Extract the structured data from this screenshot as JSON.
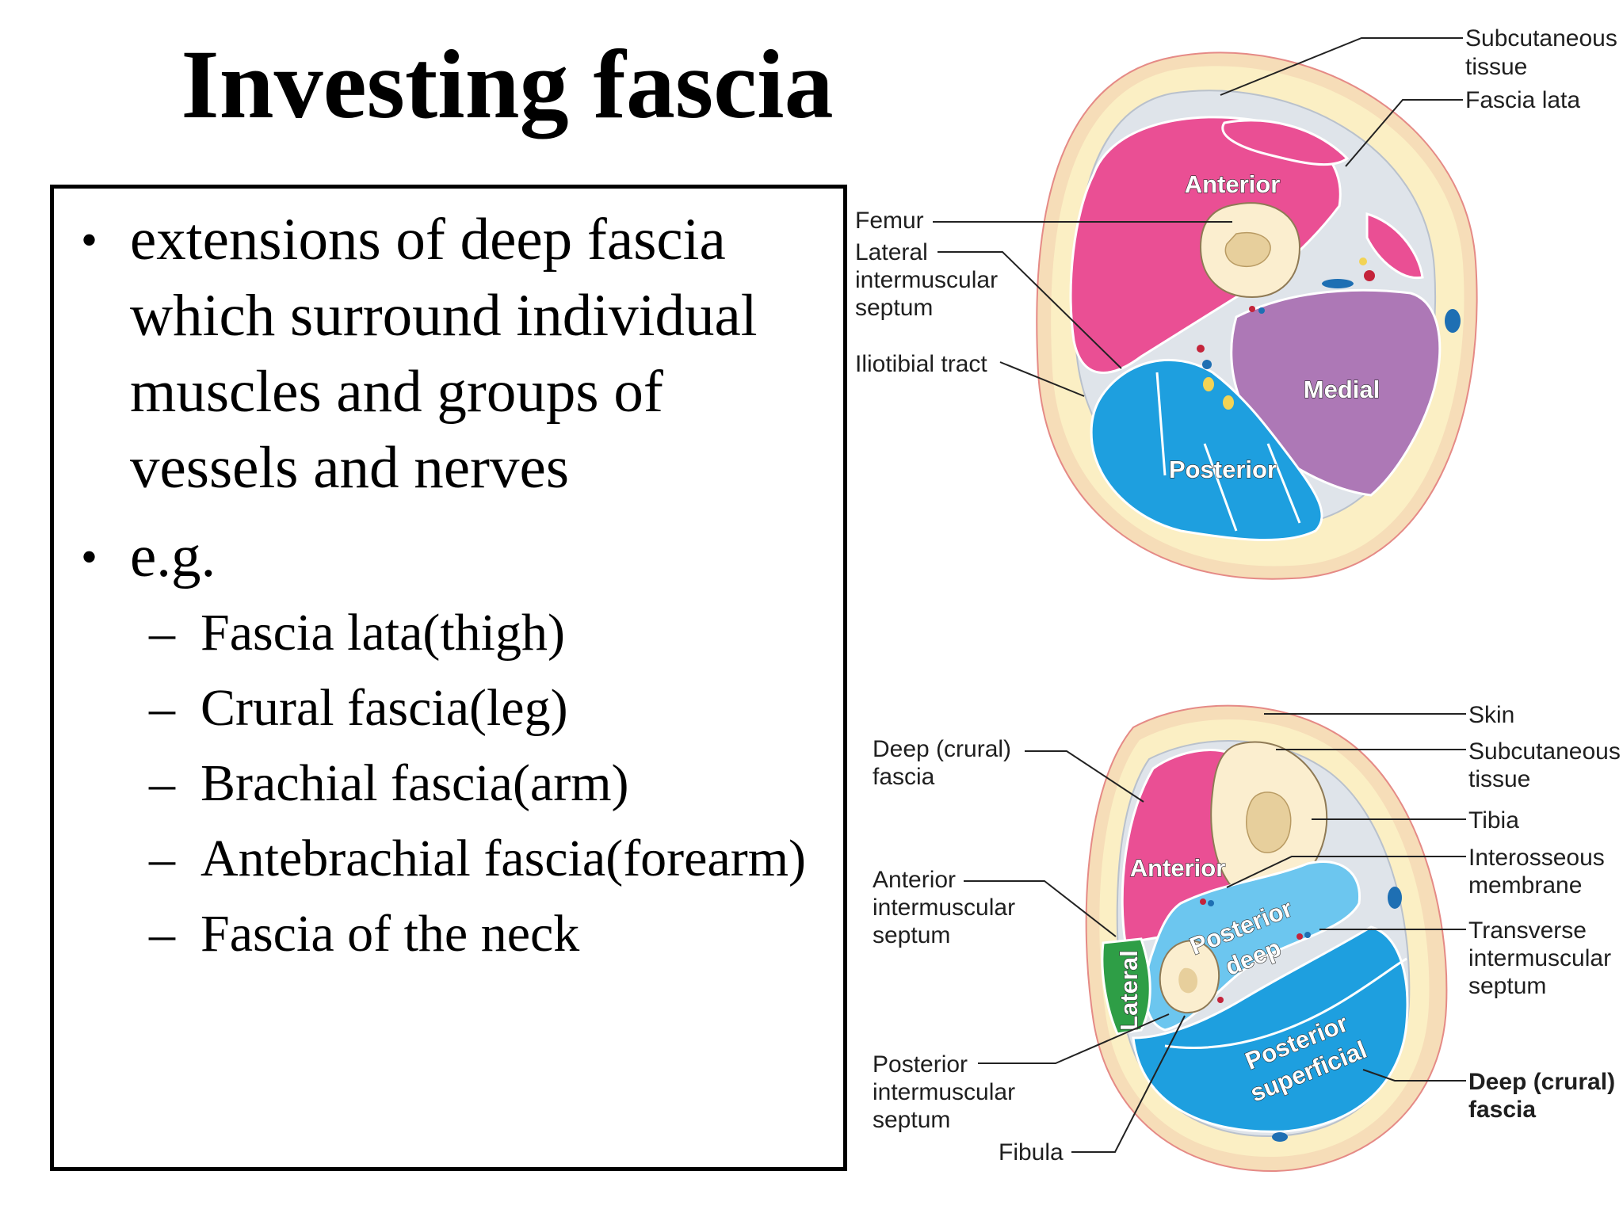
{
  "title": "Investing fascia",
  "bullets": [
    {
      "lines": [
        "extensions of deep fascia",
        "which surround individual",
        "muscles and groups of",
        "vessels and nerves"
      ]
    },
    {
      "lines": [
        "e.g."
      ]
    }
  ],
  "examples": [
    "Fascia lata(thigh)",
    "Crural fascia(leg)",
    "Brachial fascia(arm)",
    "Antebrachial fascia(forearm)",
    "Fascia of the neck"
  ],
  "thigh_diagram": {
    "labels": {
      "subcutaneous": [
        "Subcutaneous",
        "tissue"
      ],
      "fascia_lata": "Fascia lata",
      "femur": "Femur",
      "lateral_septum": [
        "Lateral",
        "intermuscular",
        "septum"
      ],
      "iliotibial": "Iliotibial tract"
    },
    "compartments": {
      "anterior": "Anterior",
      "medial": "Medial",
      "posterior": "Posterior"
    }
  },
  "leg_diagram": {
    "labels": {
      "deep_crural": [
        "Deep (crural)",
        "fascia"
      ],
      "anterior_septum": [
        "Anterior",
        "intermuscular",
        "septum"
      ],
      "posterior_septum": [
        "Posterior",
        "intermuscular",
        "septum"
      ],
      "fibula": "Fibula",
      "skin": "Skin",
      "subcutaneous": [
        "Subcutaneous",
        "tissue"
      ],
      "tibia": "Tibia",
      "interosseous": [
        "Interosseous",
        "membrane"
      ],
      "transverse_septum": [
        "Transverse",
        "intermuscular",
        "septum"
      ],
      "deep_crural_bold": [
        "Deep (crural)",
        "fascia"
      ]
    },
    "compartments": {
      "anterior": "Anterior",
      "lateral": "Lateral",
      "posterior_deep": [
        "Posterior",
        "deep"
      ],
      "posterior_superficial": [
        "Posterior",
        "superficial"
      ]
    }
  },
  "colors": {
    "skin": "#f6ddb8",
    "subcut": "#fbefc4",
    "fascia": "#dfe4ea",
    "anterior": "#ea4f94",
    "medial": "#ad78b6",
    "posterior": "#1e9fdf",
    "posterior_deep": "#6cc6ef",
    "lateral": "#2e9e46",
    "bone": "#fbeecf"
  }
}
